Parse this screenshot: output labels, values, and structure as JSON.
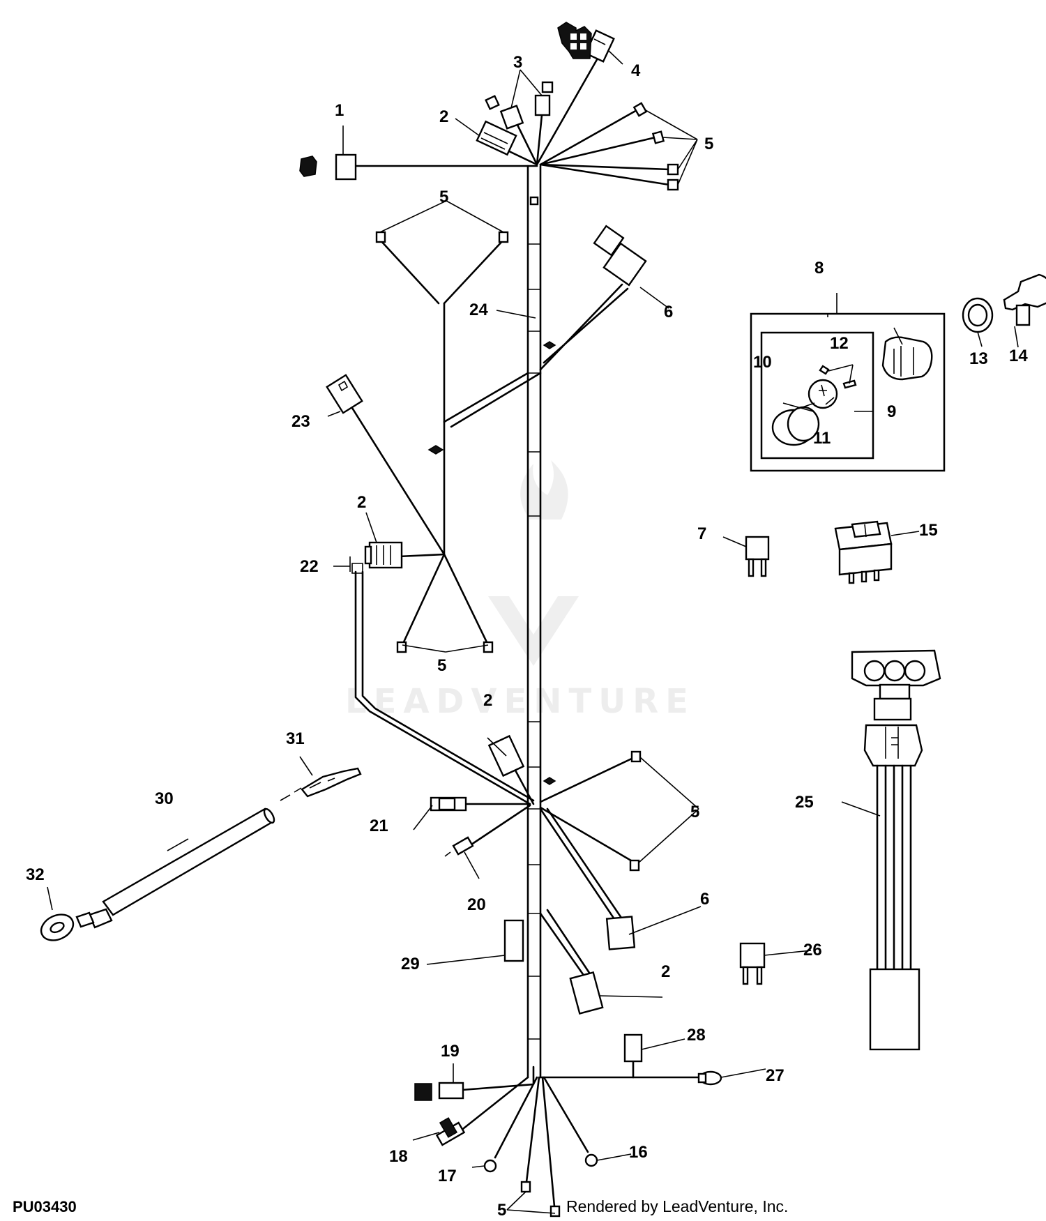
{
  "drawing_id": "PU03430",
  "rendered_by": "Rendered by LeadVenture, Inc.",
  "watermark": "LEADVENTURE",
  "callouts": [
    "1",
    "2",
    "3",
    "4",
    "5",
    "6",
    "7",
    "8",
    "9",
    "10",
    "11",
    "12",
    "13",
    "14",
    "15",
    "16",
    "17",
    "18",
    "19",
    "20",
    "21",
    "22",
    "23",
    "24",
    "25",
    "26",
    "27",
    "28",
    "29",
    "30",
    "31",
    "32"
  ]
}
